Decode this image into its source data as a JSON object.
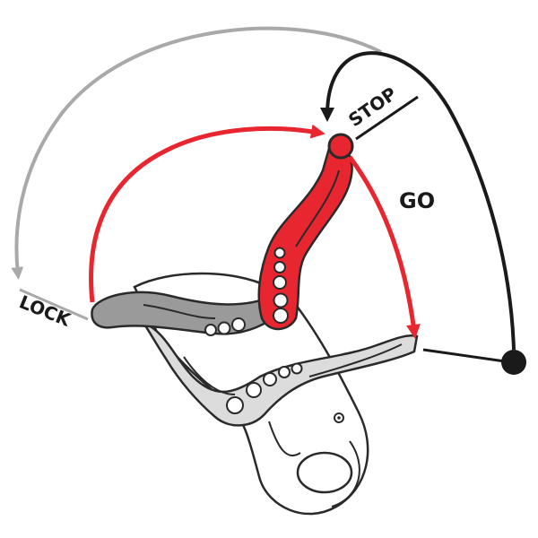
{
  "labels": {
    "lock": "LOCK",
    "stop": "STOP",
    "go": "GO"
  },
  "colors": {
    "red": "#e8262f",
    "red_dark": "#b81c24",
    "gray_arrow": "#a9a9a9",
    "black": "#1a1a1a",
    "handle_gray": "#9a9a9a",
    "body_light": "#dcdcdc",
    "outline": "#2a2a2a"
  }
}
